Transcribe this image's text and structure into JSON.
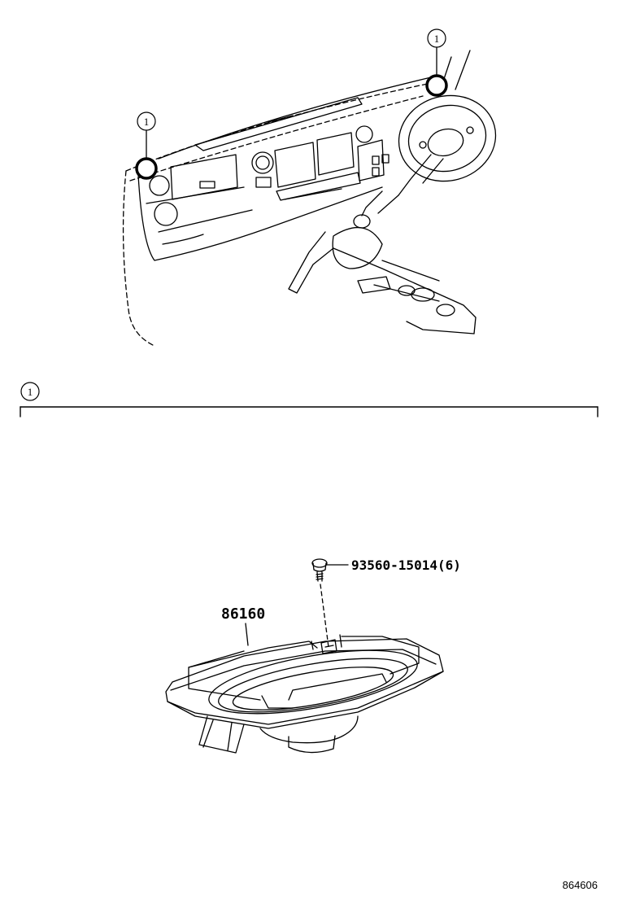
{
  "callouts": {
    "marker": "1"
  },
  "section": {
    "marker": "1"
  },
  "parts": {
    "speaker": "86160",
    "screw": "93560-15014(6)"
  },
  "footer": {
    "reference": "864606"
  },
  "colors": {
    "line": "#000000",
    "background": "#ffffff"
  }
}
